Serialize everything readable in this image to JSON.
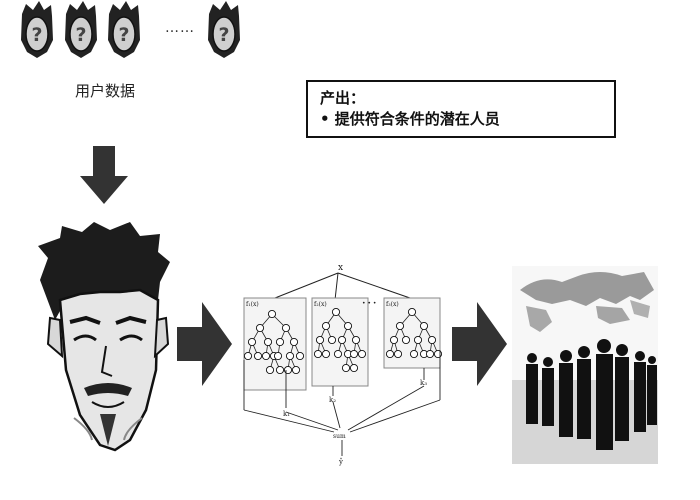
{
  "user_data_label": "用户数据",
  "ellipsis": "……",
  "output_box": {
    "title": "产出：",
    "items": [
      "• 提供符合条件的潜在人员"
    ]
  },
  "tree_labels": {
    "root": "x",
    "boxes": [
      "f₁(x)",
      "f₂(x)",
      "f₃(x)"
    ],
    "leaves": [
      "k₁",
      "k₂",
      "k₃"
    ],
    "sum": "sum",
    "bottom": "ŷ",
    "between_dots": "• • •"
  }
}
